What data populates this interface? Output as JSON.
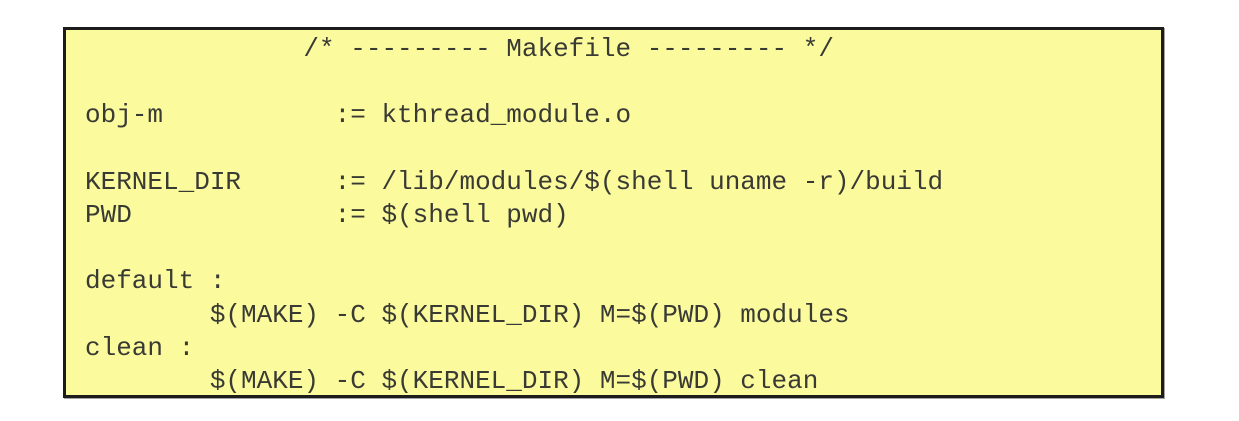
{
  "colors": {
    "page_bg": "#ffffff",
    "box_fill": "#fbfb9e",
    "box_border": "#1c1c1c",
    "text": "#3a3a34"
  },
  "code": {
    "lines": [
      "              /* --------- Makefile --------- */",
      "",
      "obj-m           := kthread_module.o",
      "",
      "KERNEL_DIR      := /lib/modules/$(shell uname -r)/build",
      "PWD             := $(shell pwd)",
      "",
      "default :",
      "        $(MAKE) -C $(KERNEL_DIR) M=$(PWD) modules",
      "clean :",
      "        $(MAKE) -C $(KERNEL_DIR) M=$(PWD) clean"
    ]
  }
}
